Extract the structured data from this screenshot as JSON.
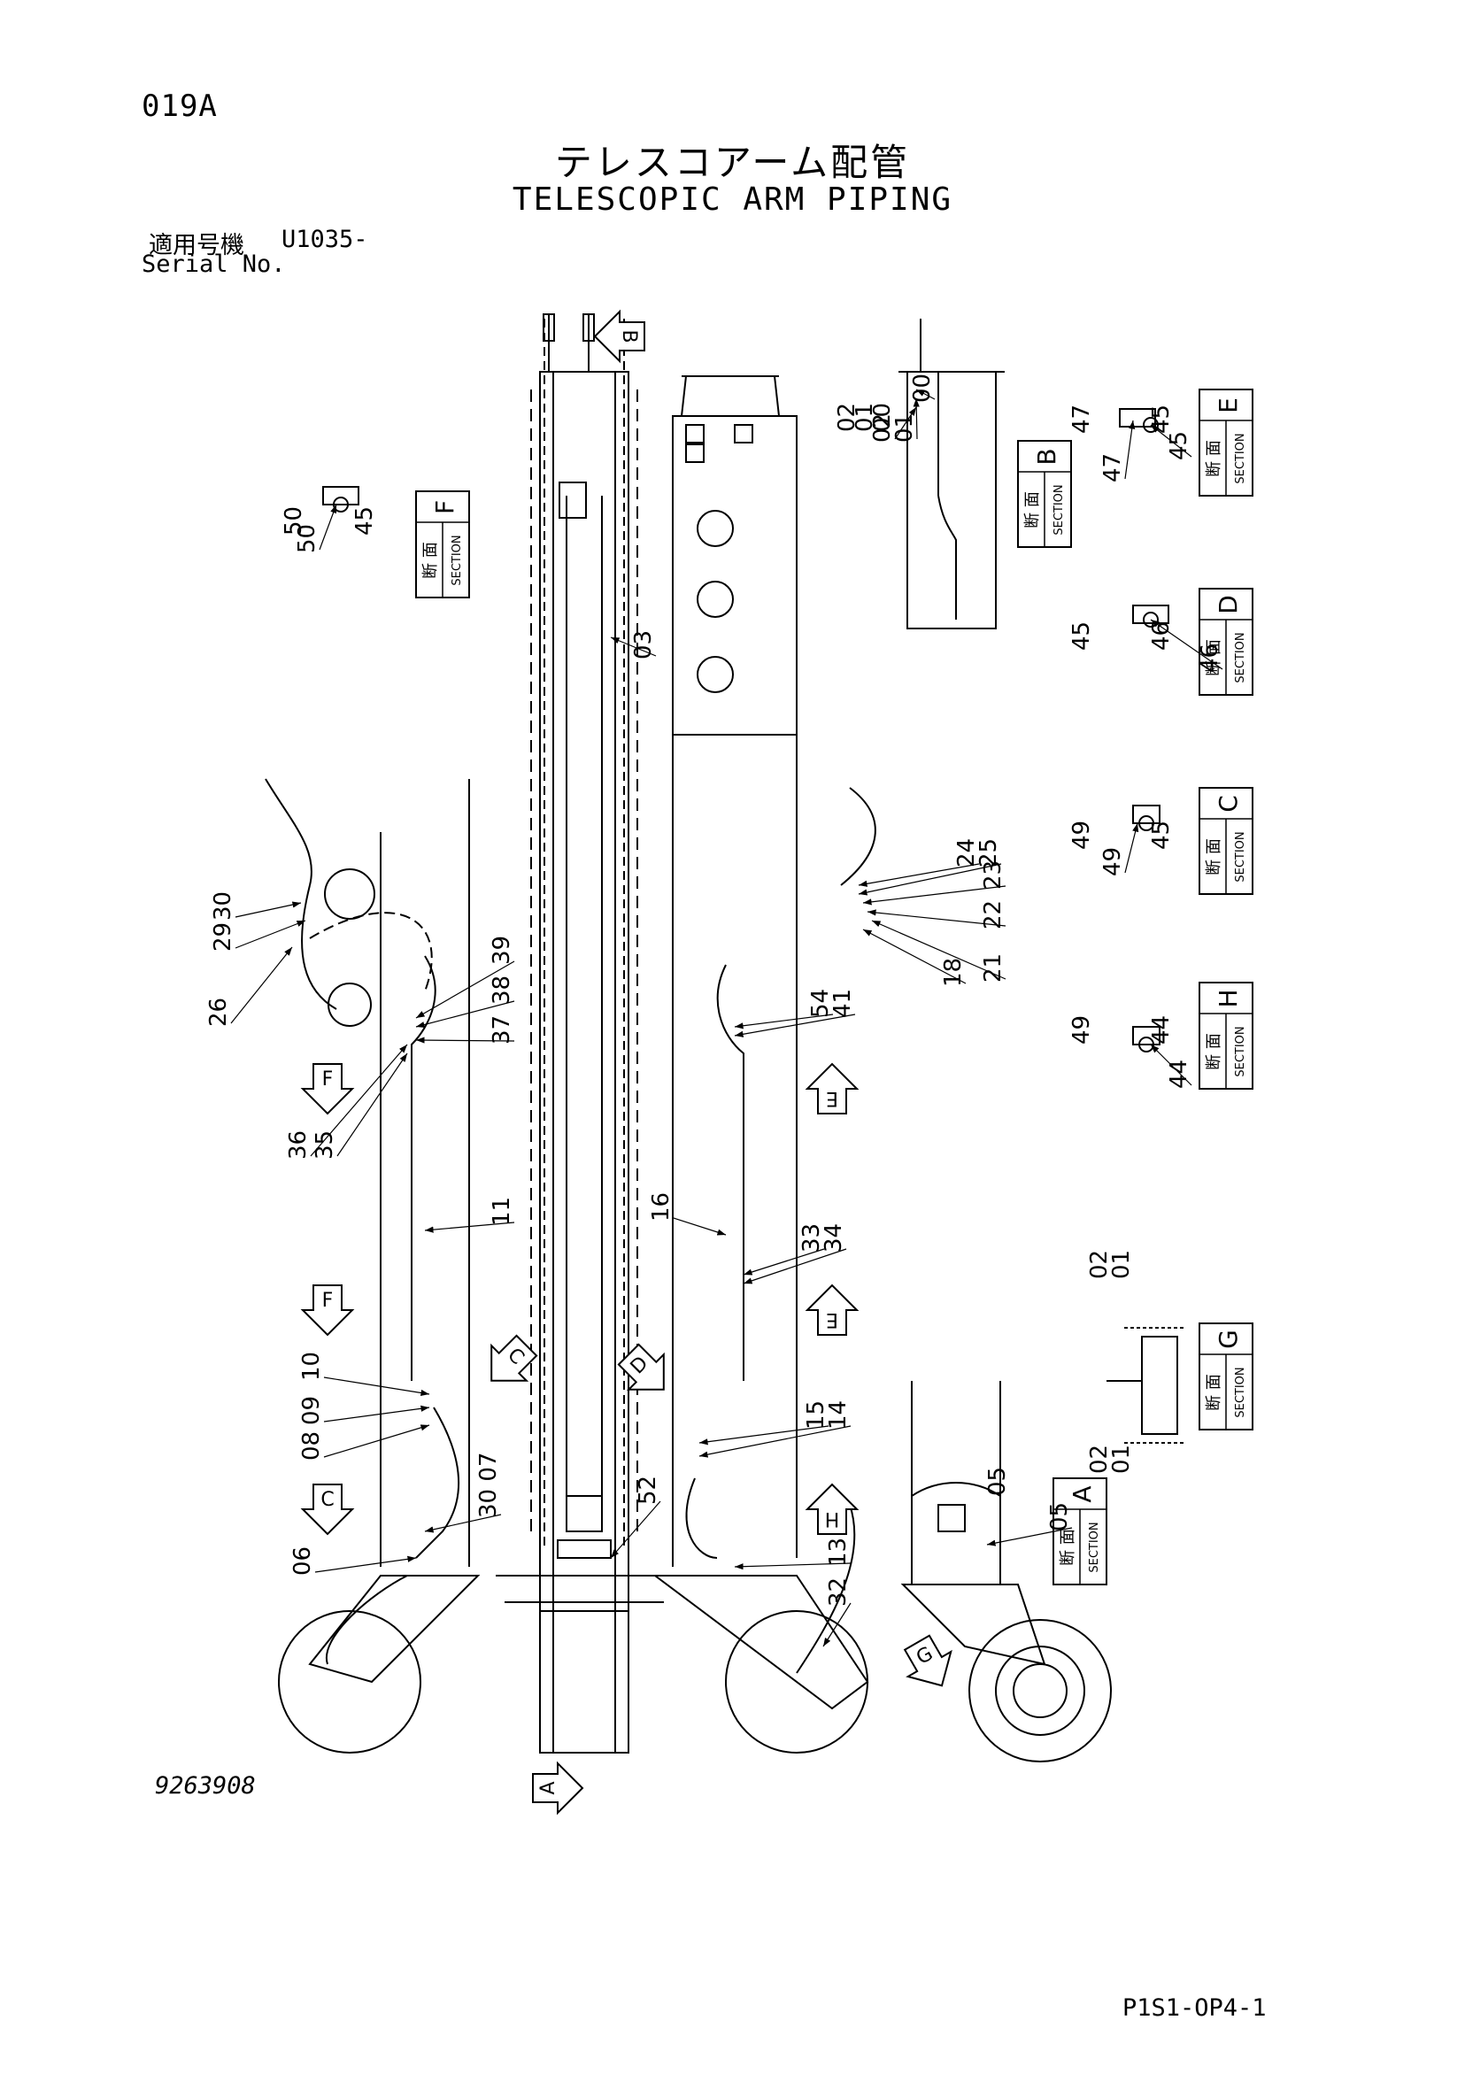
{
  "header": {
    "page_id": "019A",
    "title_jp": "テレスコアーム配管",
    "title_en": "TELESCOPIC ARM PIPING",
    "serial_label_jp": "適用号機",
    "serial_value": "U1035-",
    "serial_label_en": "Serial No."
  },
  "footer": {
    "drawing_number": "9263908",
    "page_code": "P1S1-OP4-1"
  },
  "section_box": {
    "label_jp": "断 面",
    "label_en": "SECTION"
  },
  "sections": [
    {
      "letter": "F",
      "parts": [
        "50",
        "45"
      ]
    },
    {
      "letter": "B",
      "parts": [
        "02",
        "01",
        "00"
      ]
    },
    {
      "letter": "E",
      "parts": [
        "47",
        "45"
      ]
    },
    {
      "letter": "D",
      "parts": [
        "45",
        "46"
      ]
    },
    {
      "letter": "C",
      "parts": [
        "49",
        "45"
      ]
    },
    {
      "letter": "H",
      "parts": [
        "49",
        "44"
      ]
    },
    {
      "letter": "G",
      "parts": [
        "02",
        "01",
        "02",
        "01"
      ]
    },
    {
      "letter": "A",
      "parts": [
        "05"
      ]
    }
  ],
  "view_arrows": [
    "B",
    "F",
    "F",
    "C",
    "E",
    "E",
    "C",
    "D",
    "H",
    "A",
    "G"
  ],
  "part_labels": [
    "30",
    "29",
    "26",
    "39",
    "38",
    "37",
    "36",
    "35",
    "11",
    "10",
    "09",
    "08",
    "06",
    "30 07",
    "52",
    "03",
    "16",
    "33",
    "34",
    "54",
    "41",
    "24",
    "25",
    "23",
    "22",
    "21",
    "18",
    "15",
    "14",
    "13",
    "32",
    "05",
    "00",
    "01",
    "02",
    "45",
    "46",
    "47",
    "49",
    "50",
    "44"
  ]
}
